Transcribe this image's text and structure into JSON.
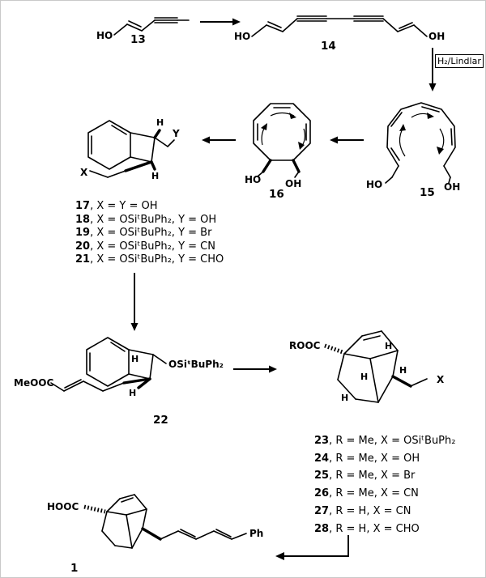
{
  "colors": {
    "background": "#ffffff",
    "ink": "#000000"
  },
  "labels": {
    "reagent_h2_lindlar": "H₂/Lindlar"
  },
  "compounds": {
    "c13": {
      "number": "13",
      "ho": "HO"
    },
    "c14": {
      "number": "14",
      "ho": "HO",
      "oh": "OH"
    },
    "c15": {
      "number": "15",
      "ho": "HO",
      "oh": "OH"
    },
    "c16": {
      "number": "16",
      "ho": "HO",
      "oh": "OH"
    },
    "c17_core": {
      "h_top": "H",
      "h_bottom": "H",
      "y": "Y",
      "x": "X"
    },
    "c22": {
      "number": "22",
      "meooc": "MeOOC",
      "osi": "OSiᵗBuPh₂",
      "h_top": "H",
      "h_bottom": "H"
    },
    "c23_core": {
      "rooc": "ROOC",
      "h1": "H",
      "h2": "H",
      "h3": "H",
      "h4": "H",
      "x": "X"
    },
    "c1": {
      "number": "1",
      "hooc": "HOOC",
      "ph": "Ph"
    }
  },
  "variant_lists": {
    "list_17_21": [
      {
        "num": "17",
        "rest": ", X = Y = OH"
      },
      {
        "num": "18",
        "rest": ", X = OSiᵗBuPh₂, Y = OH"
      },
      {
        "num": "19",
        "rest": ", X = OSiᵗBuPh₂, Y = Br"
      },
      {
        "num": "20",
        "rest": ", X = OSiᵗBuPh₂, Y = CN"
      },
      {
        "num": "21",
        "rest": ", X = OSiᵗBuPh₂, Y = CHO"
      }
    ],
    "list_23_28": [
      {
        "num": "23",
        "rest": ", R = Me, X = OSiᵗBuPh₂"
      },
      {
        "num": "24",
        "rest": ", R = Me, X = OH"
      },
      {
        "num": "25",
        "rest": ", R = Me, X = Br"
      },
      {
        "num": "26",
        "rest": ", R = Me, X = CN"
      },
      {
        "num": "27",
        "rest": ", R = H, X = CN"
      },
      {
        "num": "28",
        "rest": ", R = H, X = CHO"
      }
    ]
  }
}
